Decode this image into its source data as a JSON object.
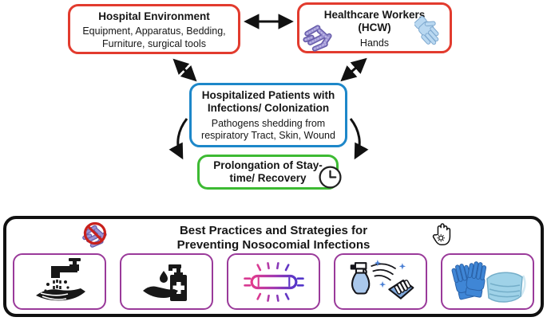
{
  "flow": {
    "hospital_environment": {
      "title": "Hospital Environment",
      "body_lines": [
        "Equipment, Apparatus, Bedding,",
        "Furniture, surgical tools"
      ],
      "border_color": "#e23b2e"
    },
    "healthcare_workers": {
      "title_lines": [
        "Healthcare Workers",
        "(HCW)"
      ],
      "body": "Hands",
      "border_color": "#e23b2e",
      "left_icon": "bacteria-cluster-icon",
      "right_icon": "nitrile-glove-icon"
    },
    "hospitalized_patients": {
      "title_lines": [
        "Hospitalized Patients with",
        "Infections/ Colonization"
      ],
      "body_lines": [
        "Pathogens shedding from",
        "respiratory Tract, Skin, Wound"
      ],
      "border_color": "#1d87c9"
    },
    "prolongation": {
      "title_lines": [
        "Prolongation of Stay-",
        "time/ Recovery"
      ],
      "border_color": "#3dba33",
      "icon": "clock-icon"
    },
    "arrow_color": "#111111"
  },
  "best_practices": {
    "title_lines": [
      "Best Practices and Strategies for",
      "Preventing Nosocomial Infections"
    ],
    "border_color": "#111111",
    "item_border_color": "#9a3a9a",
    "header_left_icon": "no-bacteria-icon",
    "header_right_icon": "stop-germs-hand-icon",
    "items": [
      {
        "icon": "hand-washing-icon"
      },
      {
        "icon": "hand-sanitizer-icon"
      },
      {
        "icon": "uv-light-tube-icon"
      },
      {
        "icon": "spray-and-wipe-icon"
      },
      {
        "icon": "gloves-and-mask-icon"
      }
    ]
  },
  "colors": {
    "red_box_border": "#e23b2e",
    "blue_box_border": "#1d87c9",
    "green_box_border": "#3dba33",
    "purple_item_border": "#9a3a9a",
    "bacteria_purple": "#9a92d2",
    "glove_blue": "#b9d8f1",
    "prohibition_red": "#c8201c"
  }
}
